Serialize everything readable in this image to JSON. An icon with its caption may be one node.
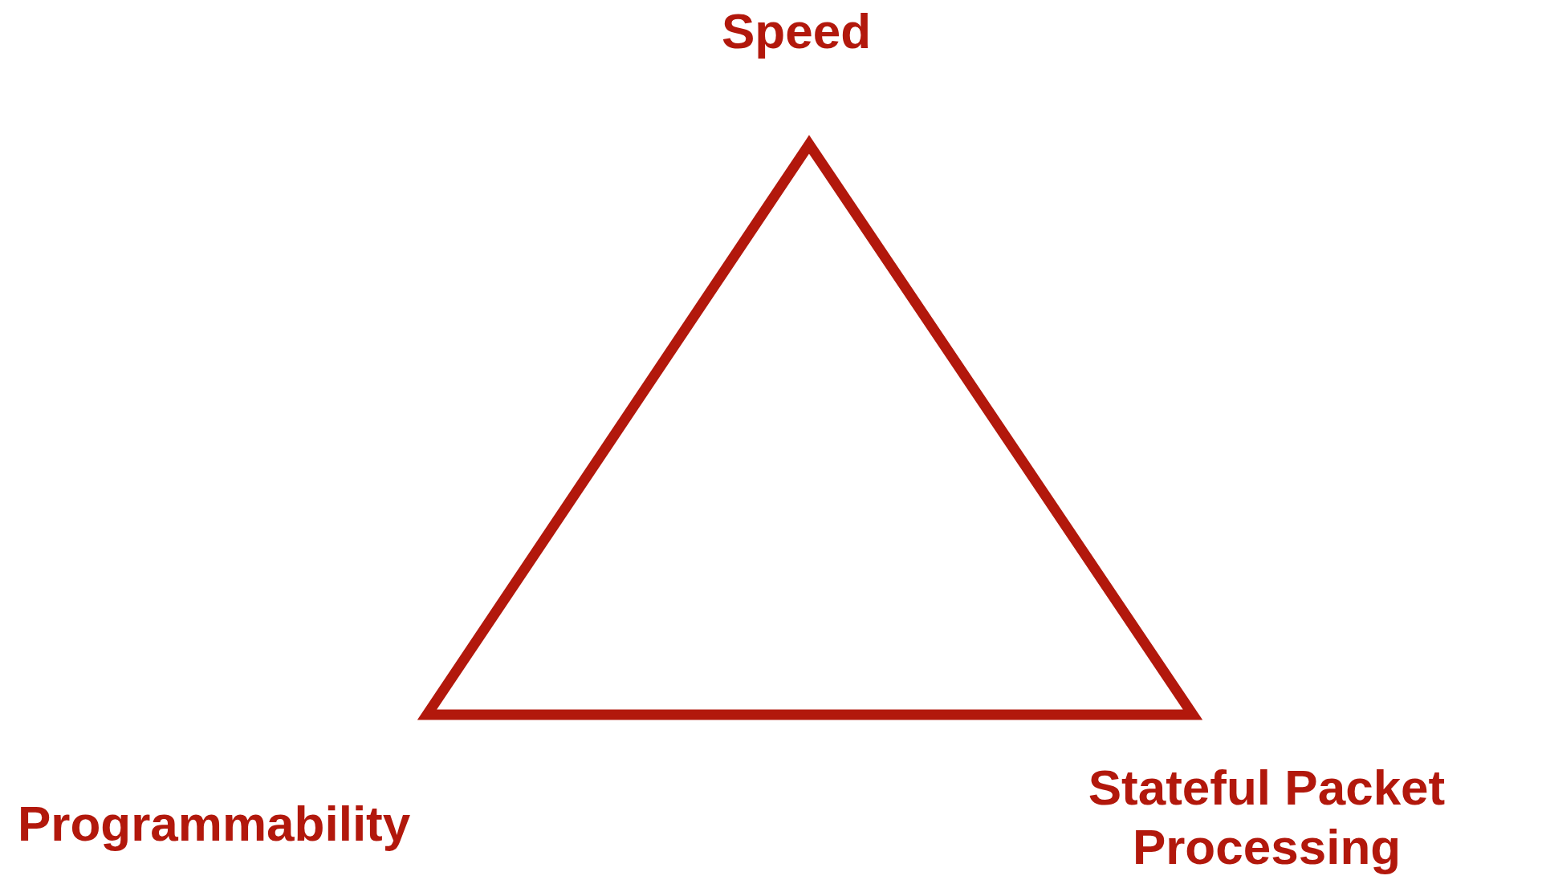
{
  "diagram": {
    "labels": [
      "Speed",
      "Programmability",
      "Stateful Packet Processing"
    ]
  }
}
